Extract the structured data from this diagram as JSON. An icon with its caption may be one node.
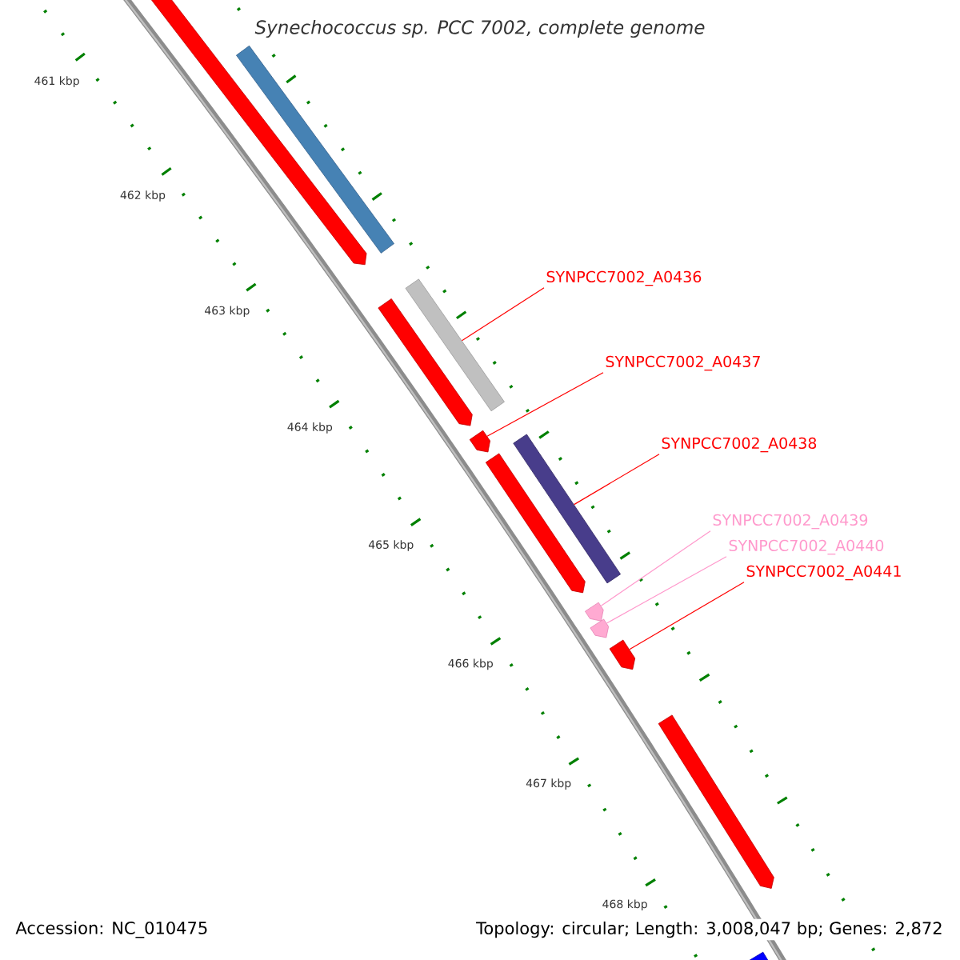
{
  "diagram": {
    "title": "Synechococcus sp. PCC 7002, complete genome",
    "nodes": [
      {
        "text": [
          "SYNPCC7002_A0436"
        ]
      },
      {
        "text": [
          "SYNPCC7002_A0437"
        ]
      },
      {
        "text": [
          "SYNPCC7002_A0438"
        ]
      },
      {
        "text": [
          "SYNPCC7002_A0439"
        ]
      },
      {
        "text": [
          "SYNPCC7002_A0440"
        ]
      },
      {
        "text": [
          "SYNPCC7002_A0441"
        ]
      },
      {
        "text": [],
        "shape": "bar"
      },
      {
        "text": [],
        "shape": "arrow"
      },
      {
        "text": [],
        "shape": "bar"
      },
      {
        "text": [],
        "shape": "arrow"
      },
      {
        "text": [],
        "shape": "arrow"
      },
      {
        "text": [],
        "shape": "arrow"
      },
      {
        "text": [],
        "shape": "bar"
      },
      {
        "text": [],
        "shape": "arrow"
      },
      {
        "text": [],
        "shape": "arrow"
      },
      {
        "text": [],
        "shape": "arrow"
      },
      {
        "text": [],
        "shape": "arrow"
      },
      {
        "text": [],
        "shape": "bar"
      }
    ],
    "edges": [
      {
        "from": 0,
        "to": 6,
        "arrow": "none"
      },
      {
        "from": 1,
        "to": 7,
        "arrow": "none"
      },
      {
        "from": 2,
        "to": 8,
        "arrow": "none"
      },
      {
        "from": 3,
        "to": 9,
        "arrow": "none",
        "color": "#ff99cc"
      },
      {
        "from": 4,
        "to": 10,
        "arrow": "none",
        "color": "#ff99cc"
      },
      {
        "from": 5,
        "to": 11,
        "arrow": "none"
      }
    ],
    "labels": [
      "461 kbp",
      "462 kbp",
      "463 kbp",
      "464 kbp",
      "465 kbp",
      "466 kbp",
      "467 kbp",
      "468 kbp",
      "Accession: NC_010475",
      "Topology: circular; Length: 3,008,047 bp; Genes: 2,872"
    ]
  }
}
